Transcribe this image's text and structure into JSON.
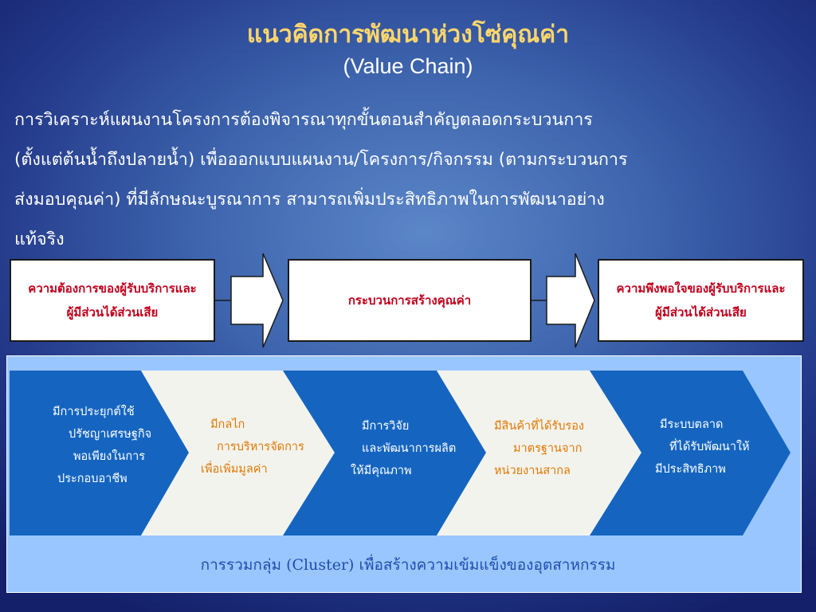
{
  "title": "แนวคิดการพัฒนาห่วงโซ่คุณค่า",
  "subtitle": "(Value Chain)",
  "body_lines": [
    "การวิเคราะห์แผนงานโครงการต้องพิจารณาทุกขั้นตอนสำคัญตลอดกระบวนการ",
    "(ตั้งแต่ต้นน้ำถึงปลายน้ำ) เพื่อออกแบบแผนงาน/โครงการ/กิจกรรม (ตามกระบวนการ",
    "ส่งมอบคุณค่า) ที่มีลักษณะบูรณาการ สามารถเพิ่มประสิทธิภาพในการพัฒนาอย่าง",
    "แท้จริง"
  ],
  "flow": {
    "left_lines": [
      "ความต้องการของผู้รับบริการและ",
      "ผู้มีส่วนได้ส่วนเสีย"
    ],
    "middle": "กระบวนการสร้างคุณค่า",
    "right_lines": [
      "ความพึงพอใจของผู้รับบริการและ",
      "ผู้มีส่วนได้ส่วนเสีย"
    ]
  },
  "chevrons": [
    {
      "lines": [
        "มีการประยุกต์ใช้",
        "ปรัชญาเศรษฐกิจ",
        "พอเพียงในการ",
        "ประกอบอาชีพ"
      ],
      "fill": "#1565c0",
      "text_color": "#ffffff"
    },
    {
      "lines": [
        "มีกลไก",
        "การบริหารจัดการ",
        "เพื่อเพิ่มมูลค่า"
      ],
      "fill": "#f3f3ee",
      "text_color": "#e07800"
    },
    {
      "lines": [
        "มีการวิจัย",
        "และพัฒนาการผลิต",
        "ให้มีคุณภาพ"
      ],
      "fill": "#1565c0",
      "text_color": "#ffffff"
    },
    {
      "lines": [
        "มีสินค้าที่ได้รับรอง",
        "มาตรฐานจาก",
        "หน่วยงานสากล"
      ],
      "fill": "#f3f3ee",
      "text_color": "#e07800"
    },
    {
      "lines": [
        "มีระบบตลาด",
        "ที่ได้รับพัฒนาให้",
        "มีประสิทธิภาพ"
      ],
      "fill": "#1565c0",
      "text_color": "#ffffff"
    }
  ],
  "footer": "การรวมกลุ่ม (Cluster) เพื่อสร้างความเข้มแข็งของอุตสาหกรรม",
  "colors": {
    "title": "#ffd66b",
    "box_text": "#c0001c",
    "chevron_blue": "#1565c0",
    "chevron_light": "#f3f3ee",
    "orange_text": "#e07800",
    "panel": "#9ac6ff",
    "footer_text": "#1f4eb0"
  }
}
